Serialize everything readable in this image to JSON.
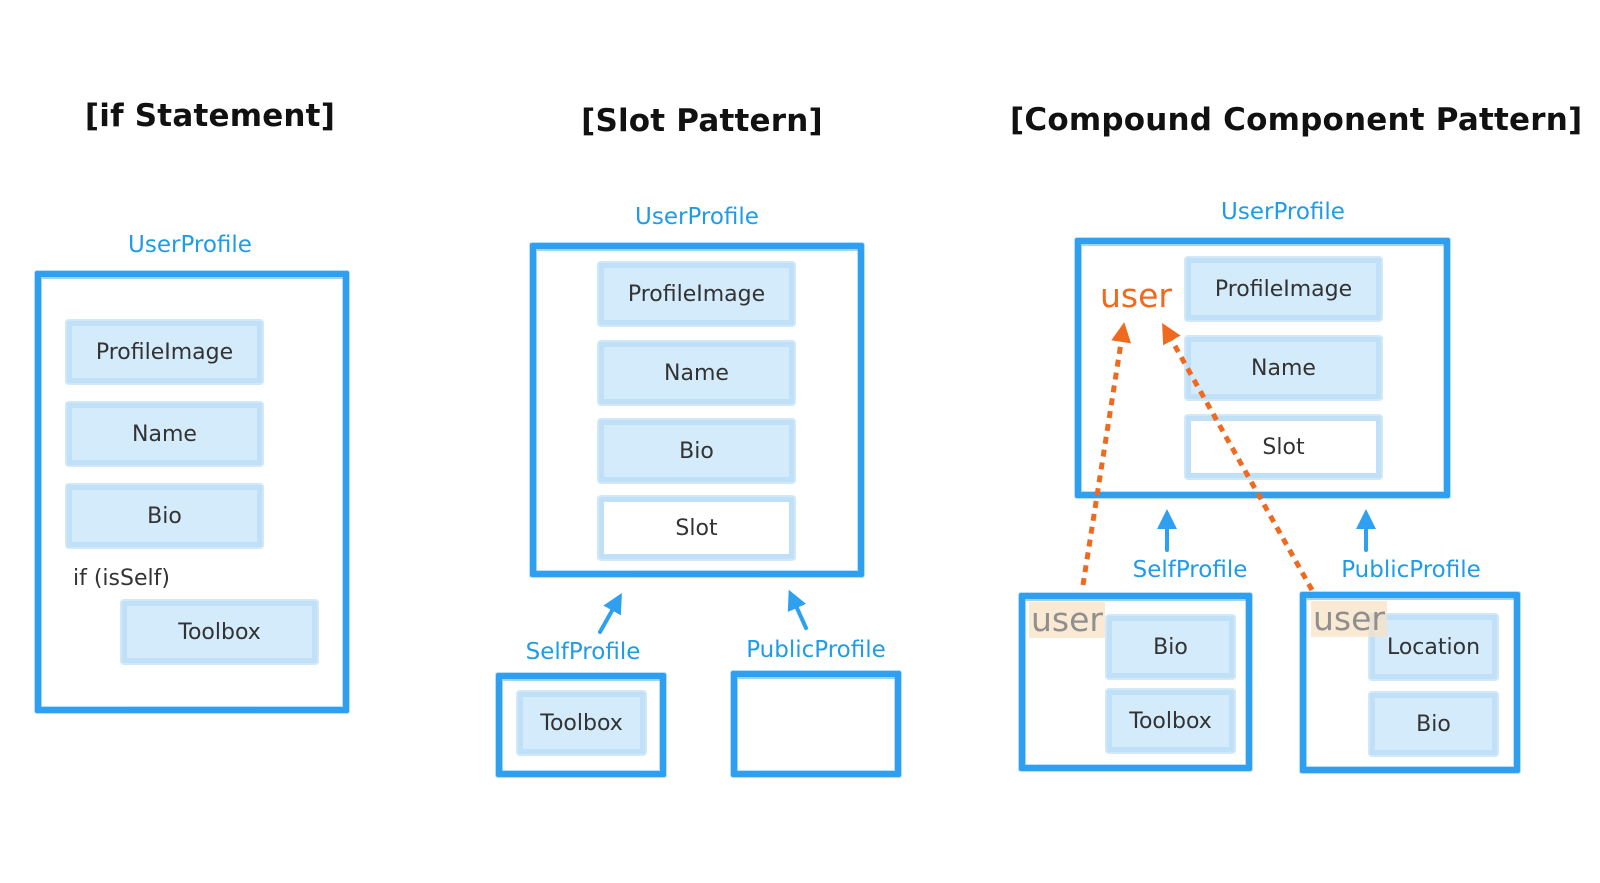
{
  "titles": {
    "if_statement": "[if Statement]",
    "slot_pattern": "[Slot Pattern]",
    "compound_pattern": "[Compound Component Pattern]"
  },
  "if_statement": {
    "container_label": "UserProfile",
    "items": [
      "ProfileImage",
      "Name",
      "Bio"
    ],
    "condition": "if (isSelf)",
    "conditional_item": "Toolbox"
  },
  "slot_pattern": {
    "container_label": "UserProfile",
    "items": [
      "ProfileImage",
      "Name",
      "Bio",
      "Slot"
    ],
    "self_profile": {
      "label": "SelfProfile",
      "items": [
        "Toolbox"
      ]
    },
    "public_profile": {
      "label": "PublicProfile",
      "items": []
    }
  },
  "compound_pattern": {
    "container_label": "UserProfile",
    "shared_prop": "user",
    "items": [
      "ProfileImage",
      "Name",
      "Slot"
    ],
    "self_profile": {
      "label": "SelfProfile",
      "user_tag": "user",
      "items": [
        "Bio",
        "Toolbox"
      ]
    },
    "public_profile": {
      "label": "PublicProfile",
      "user_tag": "user",
      "items": [
        "Location",
        "Bio"
      ]
    }
  },
  "colors": {
    "frame_blue": "#2f9ff0",
    "label_blue": "#1f9be8",
    "chip_fill": "#d3ebfb",
    "accent_orange": "#ef6a1e",
    "tag_highlight": "#f8e2c4"
  }
}
